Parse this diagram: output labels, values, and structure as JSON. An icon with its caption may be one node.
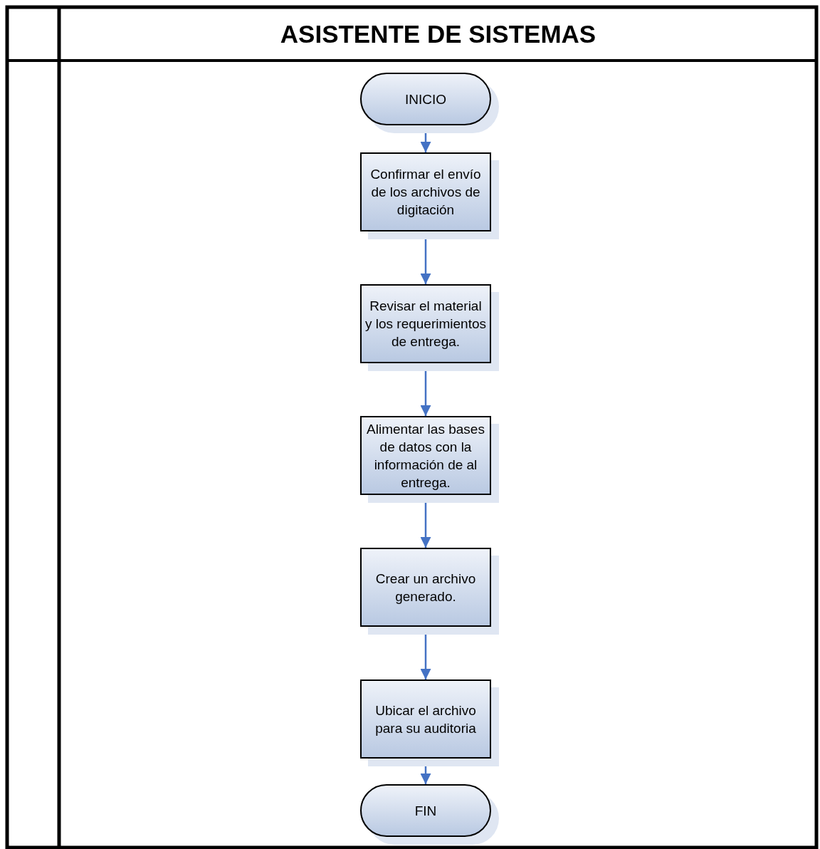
{
  "diagram": {
    "title": "ASISTENTE DE SISTEMAS",
    "nodes": [
      {
        "text": [
          "INICIO"
        ]
      },
      {
        "text": [
          "Confirmar el envío de los archivos de digitación"
        ]
      },
      {
        "text": [
          "Revisar el material y los requerimientos de entrega."
        ]
      },
      {
        "text": [
          "Alimentar las bases de datos con la información de al entrega."
        ]
      },
      {
        "text": [
          "Crear un archivo generado."
        ]
      },
      {
        "text": [
          "Ubicar el archivo para su auditoria"
        ]
      },
      {
        "text": [
          "FIN"
        ]
      }
    ],
    "edges": [
      {
        "from": 0,
        "to": 1,
        "arrow": "to"
      },
      {
        "from": 1,
        "to": 2,
        "arrow": "to"
      },
      {
        "from": 2,
        "to": 3,
        "arrow": "to"
      },
      {
        "from": 3,
        "to": 4,
        "arrow": "to"
      },
      {
        "from": 4,
        "to": 5,
        "arrow": "to"
      },
      {
        "from": 5,
        "to": 6,
        "arrow": "to"
      }
    ]
  }
}
